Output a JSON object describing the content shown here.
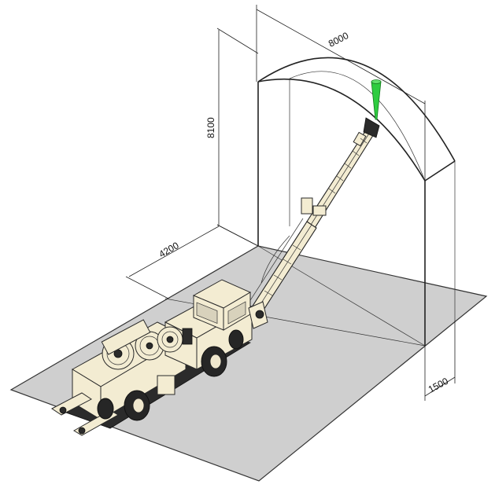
{
  "dimensions": {
    "width_label": "8000",
    "height_label": "8100",
    "length_label": "4200",
    "offset_label": "1500"
  },
  "colors": {
    "floor": "#cfcfcf",
    "machine_body": "#f3ecd2",
    "spray_nozzle": "#2ecc40",
    "lines": "#222222"
  }
}
